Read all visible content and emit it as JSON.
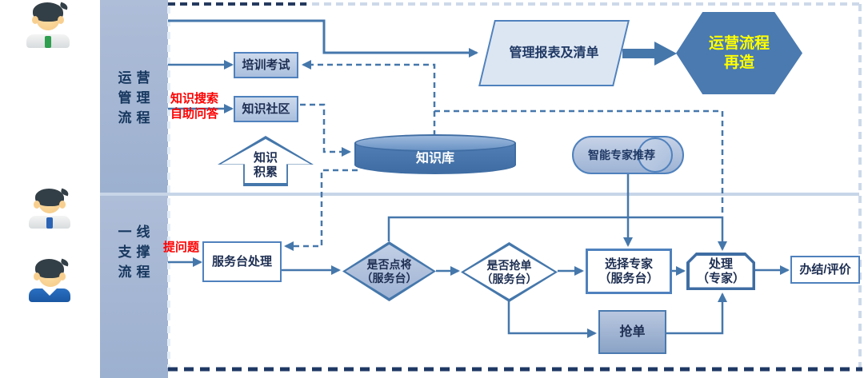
{
  "palette": {
    "accent": "#4f81bd",
    "connector": "#4577ab",
    "navy_text": "#17375e",
    "annotation_red": "#ff0000",
    "hexagon_text": "#ffff00",
    "light_dash": "#cdd9ea",
    "dark_dash": "#1f3864"
  },
  "lanes": {
    "top": {
      "lines": [
        "运营",
        "管理",
        "流程"
      ]
    },
    "bottom": {
      "lines": [
        "一线",
        "支撑",
        "流程"
      ]
    }
  },
  "nodes": {
    "training_exam": {
      "label": "培训考试"
    },
    "knowledge_community": {
      "label": "知识社区"
    },
    "knowledge_accumulation": {
      "lines": [
        "知识",
        "积累"
      ]
    },
    "knowledge_base": {
      "label": "知识库"
    },
    "management_report": {
      "label": "管理报表及清单"
    },
    "process_reengineering": {
      "lines": [
        "运营流程",
        "再造"
      ]
    },
    "smart_expert_recommendation": {
      "label": "智能专家推荐"
    },
    "service_desk_handling": {
      "label": "服务台处理"
    },
    "decision_designate": {
      "lines": [
        "是否点将",
        "（服务台）"
      ]
    },
    "decision_grab": {
      "lines": [
        "是否抢单",
        "（服务台）"
      ]
    },
    "choose_expert": {
      "lines": [
        "选择专家",
        "（服务台）"
      ]
    },
    "expert_handling": {
      "lines": [
        "处理",
        "（专家）"
      ]
    },
    "grab_order": {
      "label": "抢单"
    },
    "close_evaluate": {
      "label": "办结/评价"
    }
  },
  "annotations": {
    "knowledge_search": {
      "lines": [
        "知识搜索",
        "自助问答"
      ]
    },
    "ask_question": "提问题"
  }
}
